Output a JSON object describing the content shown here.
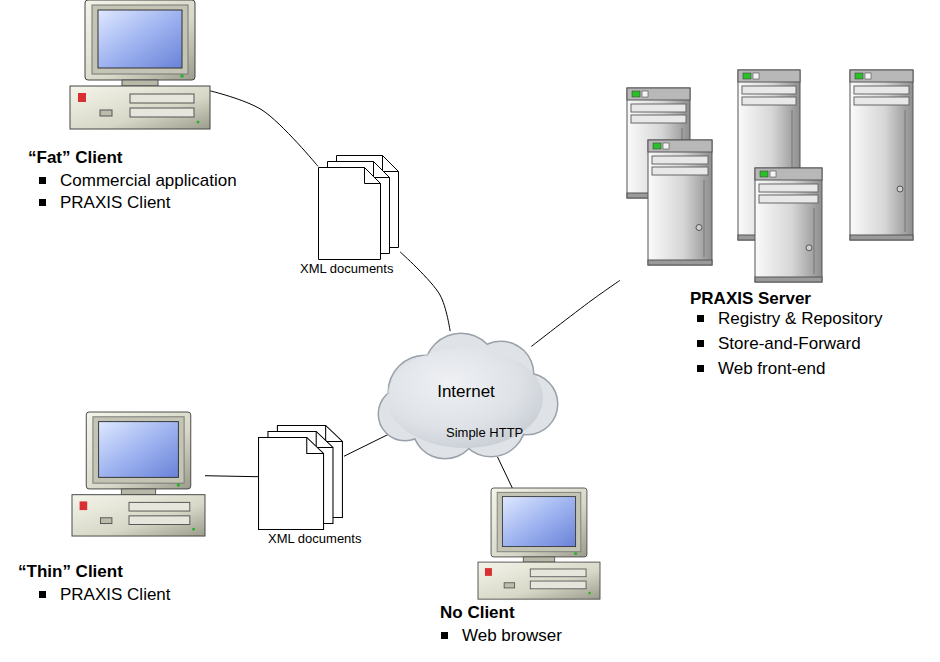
{
  "diagram": {
    "nodes": [
      {
        "text": [
          "“Fat” Client",
          "Commercial application",
          "PRAXIS Client"
        ]
      },
      {
        "text": [
          "XML documents"
        ]
      },
      {
        "text": [
          "Internet"
        ]
      },
      {
        "text": [
          "PRAXIS Server",
          "Registry & Repository",
          "Store-and-Forward",
          "Web front-end"
        ]
      },
      {
        "text": [
          "XML documents"
        ]
      },
      {
        "text": [
          "“Thin” Client",
          "PRAXIS Client"
        ]
      },
      {
        "text": [
          "No Client",
          "Web browser"
        ]
      }
    ],
    "edges": [
      {
        "from": 0,
        "to": 1,
        "arrow": "none"
      },
      {
        "from": 1,
        "to": 2,
        "arrow": "none"
      },
      {
        "from": 2,
        "to": 3,
        "arrow": "none"
      },
      {
        "from": 5,
        "to": 4,
        "arrow": "none"
      },
      {
        "from": 4,
        "to": 2,
        "arrow": "none"
      },
      {
        "from": 2,
        "to": 6,
        "label": "Simple HTTP",
        "arrow": "none"
      }
    ]
  }
}
